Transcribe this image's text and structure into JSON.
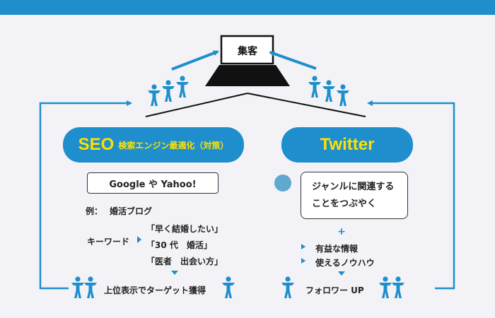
{
  "hub": {
    "label": "集客"
  },
  "seo": {
    "title": "SEO",
    "subtitle": "検索エンジン最適化（対策）",
    "engines": "Google や Yahoo!",
    "example_label": "例：",
    "example_value": "婚活ブログ",
    "keyword_label": "キーワード",
    "keywords": [
      "「早く結婚したい」",
      "「30 代　婚活」",
      "「医者　出会い方」"
    ],
    "result": "上位表示でターゲット獲得"
  },
  "twitter": {
    "title": "Twitter",
    "tweet_lines": [
      "ジャンルに関連する",
      "ことをつぶやく"
    ],
    "plus": "+",
    "benefits": [
      "有益な情報",
      "使えるノウハウ"
    ],
    "result": "フォロワー UP"
  },
  "colors": {
    "accent": "#1e8fcc",
    "highlight": "#ffe000",
    "background": "#f3f3f7",
    "dot": "#5fa8d0"
  },
  "icons": [
    "laptop-icon",
    "people-group-icon",
    "person-icon",
    "arrow-icon",
    "triangle-bullet-icon"
  ]
}
